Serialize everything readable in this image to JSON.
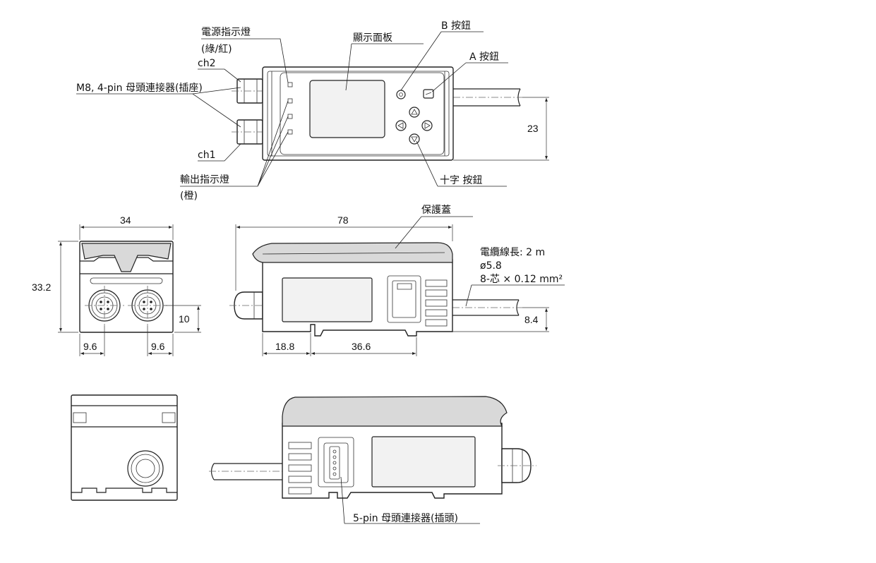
{
  "labels": {
    "power_led": "電源指示燈",
    "power_led_color": "(綠/紅)",
    "ch2": "ch2",
    "ch1": "ch1",
    "m8_connector": "M8, 4-pin 母頭連接器(插座)",
    "output_led": "輸出指示燈",
    "output_led_color": "(橙)",
    "display_panel": "顯示面板",
    "b_button": "B 按鈕",
    "a_button": "A 按鈕",
    "cross_button": "十字 按鈕",
    "cover": "保護蓋",
    "cable_length": "電纜線長: 2 m",
    "cable_diameter": "ø5.8",
    "cable_cores": "8-芯 × 0.12 mm²",
    "pin5_connector": "5-pin 母頭連接器(插頭)"
  },
  "dimensions": {
    "top_height": "23",
    "front_width": "34",
    "front_height": "33.2",
    "front_pin_height": "10",
    "front_left_offset": "9.6",
    "front_right_offset": "9.6",
    "side_length": "78",
    "side_cable_height": "8.4",
    "side_offset_a": "18.8",
    "side_offset_b": "36.6"
  }
}
